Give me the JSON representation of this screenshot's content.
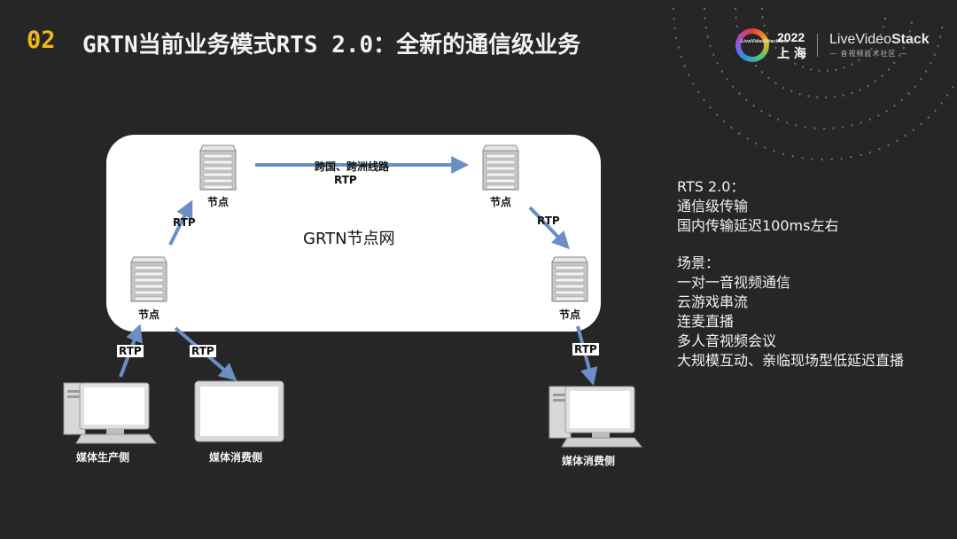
{
  "header": {
    "number": "02",
    "title": "GRTN当前业务模式RTS 2.0：全新的通信级业务"
  },
  "logo": {
    "year": "2022",
    "city": "上 海",
    "brand_prefix": "LiveVideo",
    "brand_suffix": "Stack",
    "subtitle": "音视频技术社区",
    "badge": "LiveVideoStackCon"
  },
  "diagram": {
    "network_label": "GRTN节点网",
    "nodes": [
      {
        "id": "n1",
        "label": "节点"
      },
      {
        "id": "n2",
        "label": "节点"
      },
      {
        "id": "n3",
        "label": "节点"
      },
      {
        "id": "n4",
        "label": "节点"
      }
    ],
    "cross_route_label": "跨国、跨洲线路",
    "protocol_label": "RTP",
    "endpoints": [
      {
        "id": "producer",
        "label": "媒体生产侧"
      },
      {
        "id": "consumer-left",
        "label": "媒体消费侧"
      },
      {
        "id": "consumer-right",
        "label": "媒体消费侧"
      }
    ]
  },
  "panel": {
    "title": "RTS 2.0：",
    "lines": [
      "通信级传输",
      "国内传输延迟100ms左右"
    ],
    "scenes_title": "场景：",
    "scenes": [
      "一对一音视频通信",
      "云游戏串流",
      "连麦直播",
      "多人音视频会议",
      "大规模互动、亲临现场型低延迟直播"
    ]
  },
  "colors": {
    "background": "#262626",
    "accent": "#f3b41c",
    "arrow": "#6b8fc4",
    "server": "#c8c8c8"
  }
}
